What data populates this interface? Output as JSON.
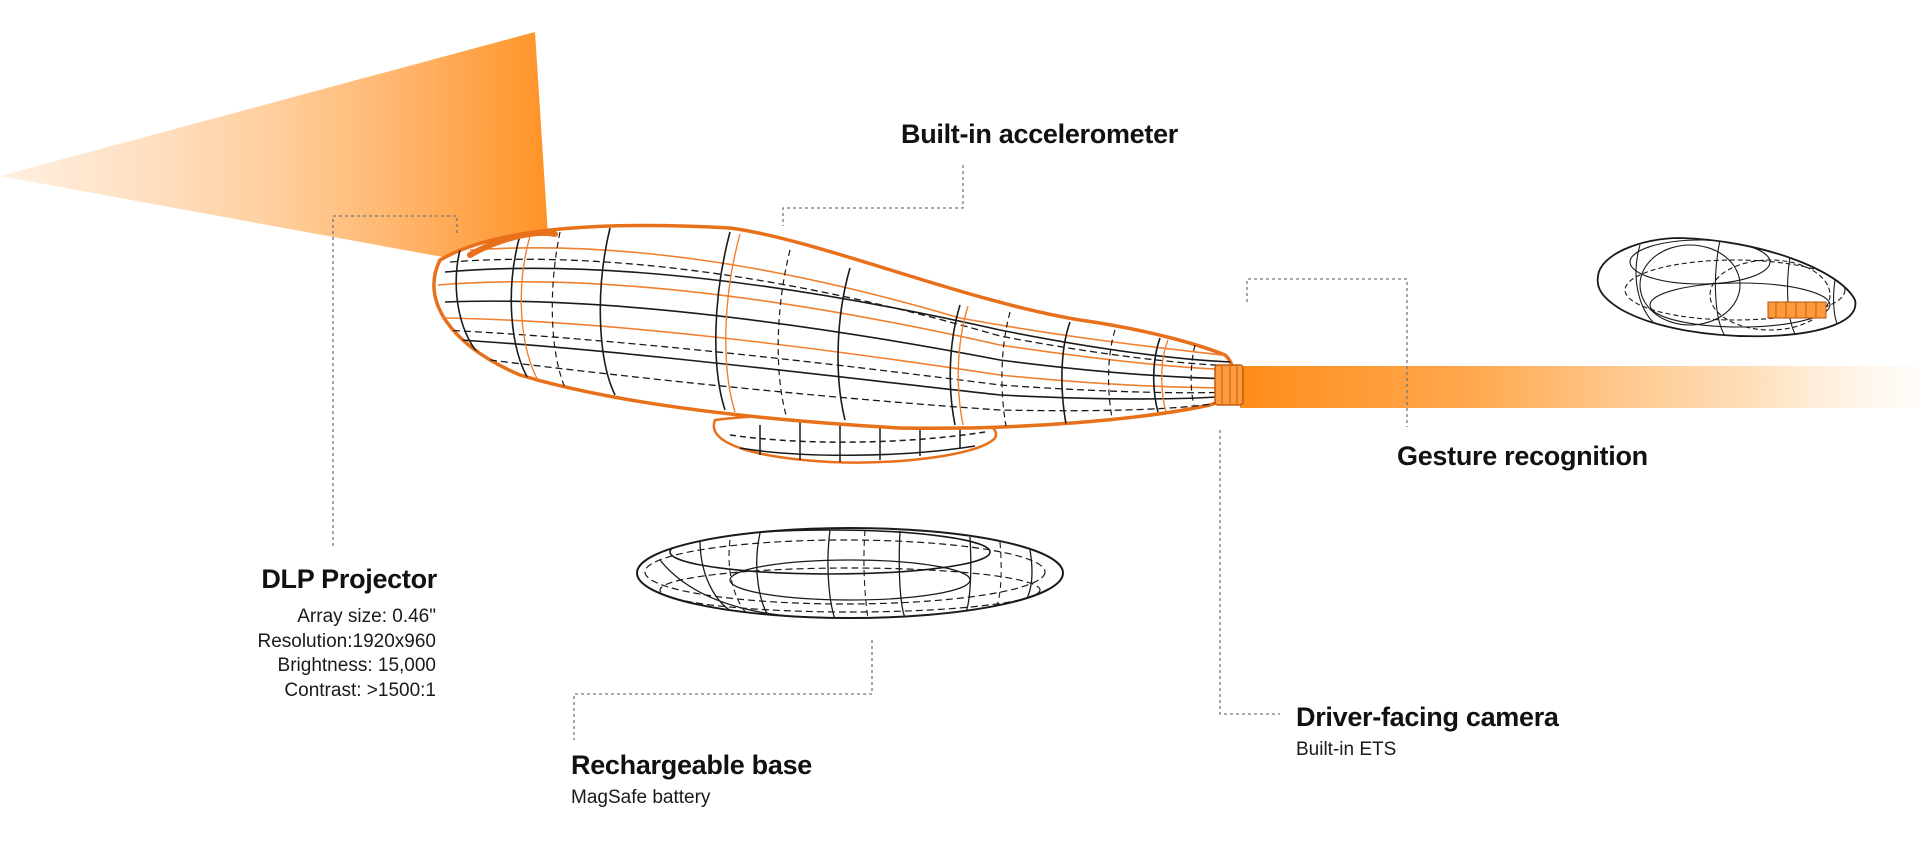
{
  "colors": {
    "accent": "#FF8C1A",
    "wire": "#1a1a1a",
    "leader": "#777777",
    "background": "#ffffff"
  },
  "labels": {
    "accelerometer": {
      "title": "Built-in accelerometer"
    },
    "gesture": {
      "title": "Gesture recognition"
    },
    "projector": {
      "title": "DLP Projector",
      "specs": [
        "Array size: 0.46\"",
        "Resolution:1920x960",
        "Brightness: 15,000",
        "Contrast: >1500:1"
      ]
    },
    "base": {
      "title": "Rechargeable base",
      "subtitle": "MagSafe battery"
    },
    "camera": {
      "title": "Driver-facing camera",
      "subtitle": "Built-in ETS"
    }
  }
}
